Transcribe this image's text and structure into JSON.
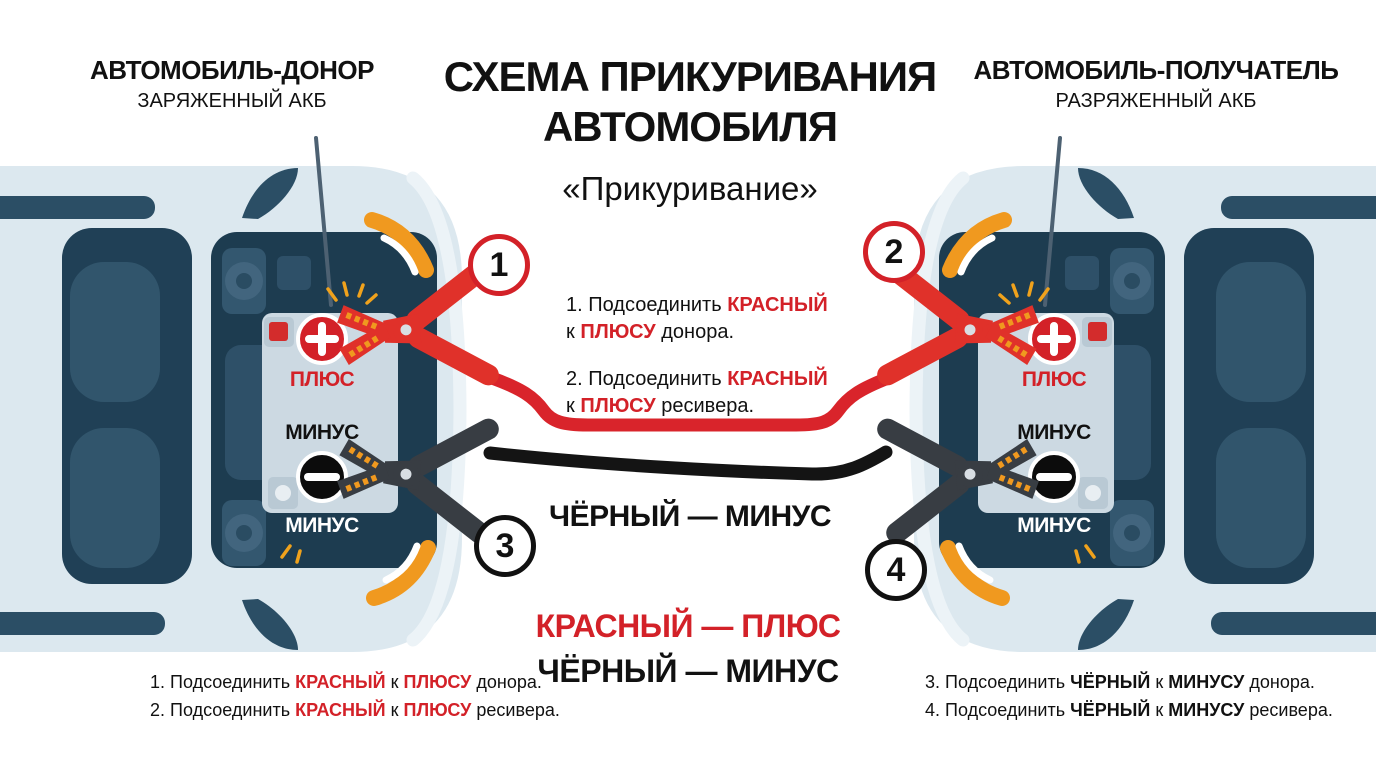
{
  "colors": {
    "red": "#d32128",
    "black": "#111111",
    "orange": "#f0991f",
    "cable_red": "#d9242b",
    "cable_black": "#141414",
    "car_body": "#dce8ef",
    "engine_bay": "#1d3c50",
    "battery": "#ccd9e2"
  },
  "title": {
    "line1": "СХЕМА ПРИКУРИВАНИЯ",
    "line2": "АВТОМОБИЛЯ",
    "subtitle": "«Прикуривание»"
  },
  "donor_header": {
    "title": "АВТОМОБИЛЬ-ДОНОР",
    "subtitle": "ЗАРЯЖЕННЫЙ АКБ"
  },
  "receiver_header": {
    "title": "АВТОМОБИЛЬ-ПОЛУЧАТЕЛЬ",
    "subtitle": "РАЗРЯЖЕННЫЙ АКБ"
  },
  "battery_labels": {
    "plus": "ПЛЮС",
    "minus": "МИНУС",
    "minus_lower": "МИНУС"
  },
  "icons": {
    "plus_terminal": "+",
    "minus_terminal": "−"
  },
  "markers": {
    "m1": "1",
    "m2": "2",
    "m3": "3",
    "m4": "4"
  },
  "center_instructions": {
    "step1": {
      "lead": "1. Подсоединить",
      "red": "КРАСНЫЙ",
      "line2_lead": "к",
      "line2_red": "ПЛЮСУ",
      "line2_tail": "донора."
    },
    "step2": {
      "lead": "2. Подсоединить",
      "red": "КРАСНЫЙ",
      "line2_lead": "к",
      "line2_red": "ПЛЮСУ",
      "line2_tail": "ресивера."
    }
  },
  "black_cable_label": "ЧЁРНЫЙ — МИНУС",
  "legend": {
    "red": "КРАСНЫЙ — ПЛЮС",
    "black": "ЧЁРНЫЙ — МИНУС"
  },
  "bottom_left": {
    "line1": {
      "lead": "1. Подсоединить",
      "word": "КРАСНЫЙ",
      "mid": "к",
      "term": "ПЛЮСУ",
      "tail": "донора."
    },
    "line2": {
      "lead": "2. Подсоединить",
      "word": "КРАСНЫЙ",
      "mid": "к",
      "term": "ПЛЮСУ",
      "tail": "ресивера."
    }
  },
  "bottom_right": {
    "line1": {
      "lead": "3. Подсоединить",
      "word": "ЧЁРНЫЙ",
      "mid": "к",
      "term": "МИНУСУ",
      "tail": "донора."
    },
    "line2": {
      "lead": "4. Подсоединить",
      "word": "ЧЁРНЫЙ",
      "mid": "к",
      "term": "МИНУСУ",
      "tail": "ресивера."
    }
  }
}
